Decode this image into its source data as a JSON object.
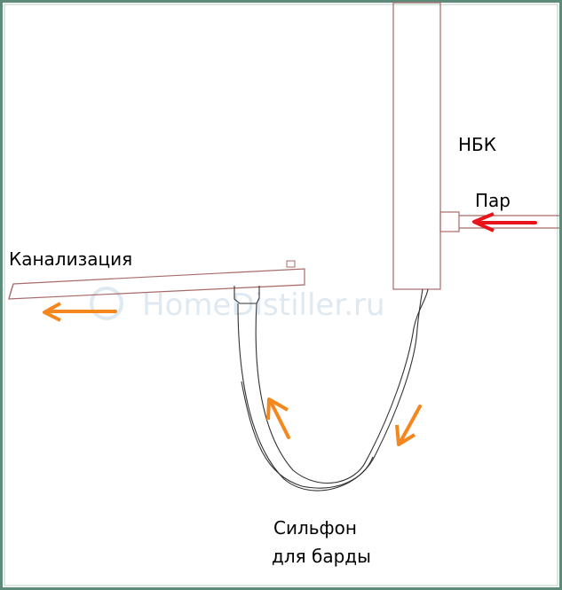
{
  "labels": {
    "condenser": "НБК",
    "steam": "Пар",
    "sewer": "Канализация",
    "bellows_line1": "Сильфон",
    "bellows_line2": "для барды"
  },
  "watermark": "HomeDistiller.ru",
  "colors": {
    "pipe": "#a86a6a",
    "steam_arrow": "#e8141c",
    "flow_arrow": "#f5871f",
    "frame": "#5e8a7a",
    "hose": "#333333"
  }
}
